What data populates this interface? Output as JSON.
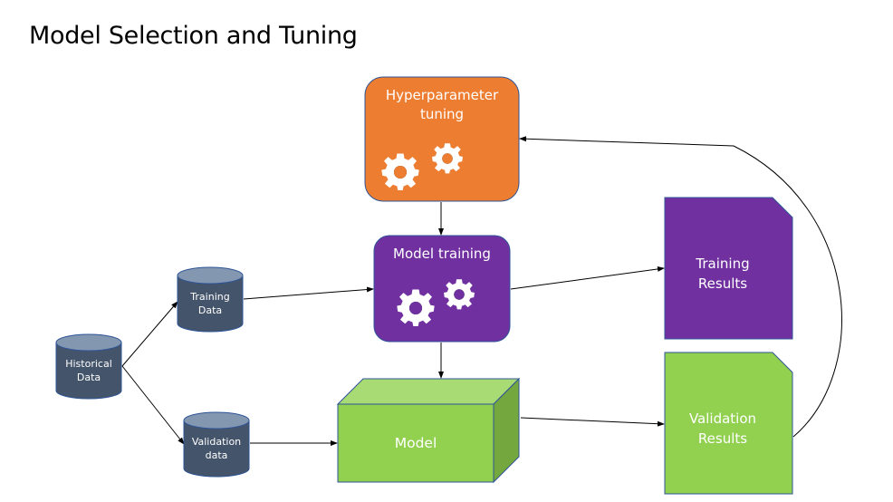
{
  "title": "Model Selection and Tuning",
  "colors": {
    "orange": "#ED7D31",
    "purple": "#7030A0",
    "green": "#92D050",
    "green_top": "#A9DB75",
    "green_side": "#74A83E",
    "cylinder": "#44546A",
    "cylinder_top": "#8497B0",
    "border": "#2F5597",
    "line": "#000000"
  },
  "nodes": {
    "hyperparameter": {
      "line1": "Hyperparameter",
      "line2": "tuning",
      "icon": "gears-icon"
    },
    "model_training": {
      "line1": "Model training",
      "icon": "gears-icon"
    },
    "historical_data": {
      "line1": "Historical",
      "line2": "Data",
      "shape": "database-cylinder"
    },
    "training_data": {
      "line1": "Training",
      "line2": "Data",
      "shape": "database-cylinder"
    },
    "validation_data": {
      "line1": "Validation",
      "line2": "data",
      "shape": "database-cylinder"
    },
    "model": {
      "line1": "Model",
      "shape": "cube"
    },
    "training_results": {
      "line1": "Training",
      "line2": "Results",
      "shape": "document"
    },
    "validation_results": {
      "line1": "Validation",
      "line2": "Results",
      "shape": "document"
    }
  },
  "edges": [
    {
      "from": "historical_data",
      "to": "training_data"
    },
    {
      "from": "historical_data",
      "to": "validation_data"
    },
    {
      "from": "training_data",
      "to": "model_training"
    },
    {
      "from": "validation_data",
      "to": "model"
    },
    {
      "from": "hyperparameter",
      "to": "model_training"
    },
    {
      "from": "model_training",
      "to": "model"
    },
    {
      "from": "model_training",
      "to": "training_results"
    },
    {
      "from": "model",
      "to": "validation_results"
    },
    {
      "from": "validation_results",
      "to": "hyperparameter"
    }
  ]
}
